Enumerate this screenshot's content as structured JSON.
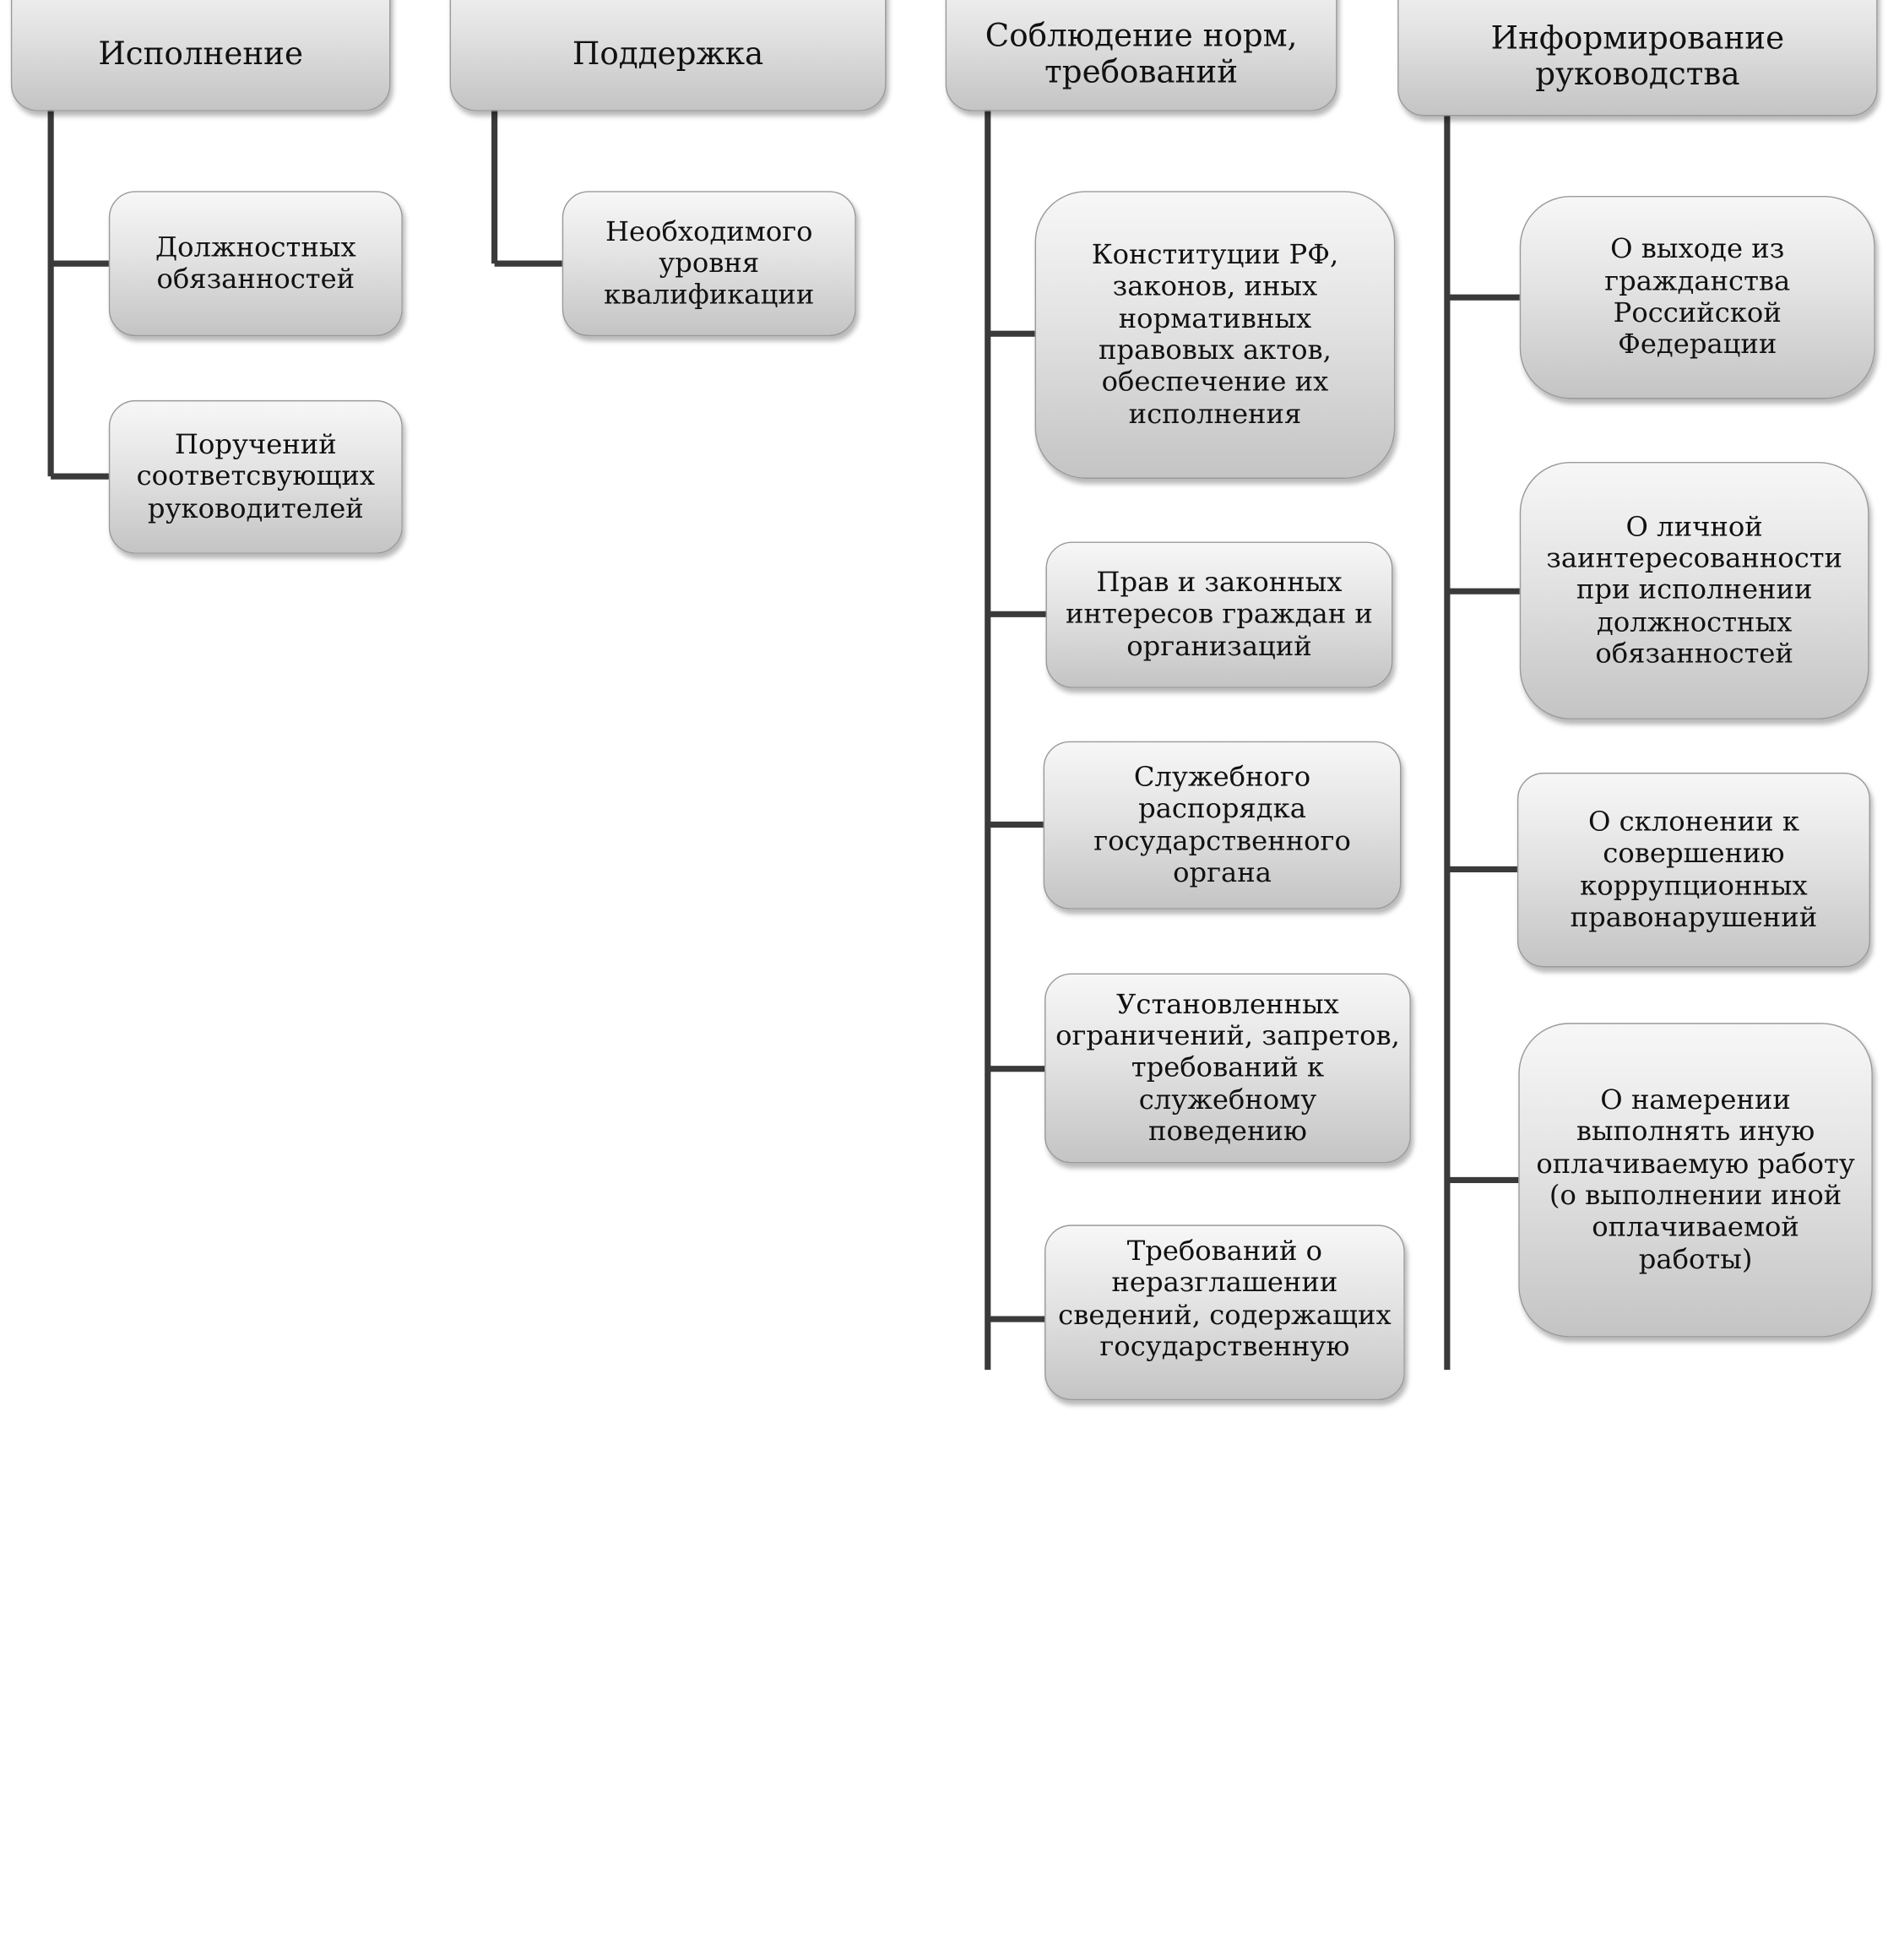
{
  "colors": {
    "connector": "#3a3a3a",
    "box_top": "#f7f7f7",
    "box_bottom": "#c4c4c4",
    "text": "#111111"
  },
  "columns": [
    {
      "heading": "Исполнение",
      "items": [
        "Должностных\nобязанностей",
        "Поручений\nсоответсвующих\nруководителей"
      ]
    },
    {
      "heading": "Поддержка",
      "items": [
        "Необходимого\nуровня\nквалификации"
      ]
    },
    {
      "heading": "Соблюдение норм,\nтребований",
      "items": [
        "Конституции РФ,\nзаконов, иных\nнормативных\nправовых актов,\nобеспечение их\nисполнения",
        "Прав и законных\nинтересов граждан и\nорганизаций",
        "Служебного\nраспорядка\nгосударственного\nоргана",
        "Установленных\nограничений, запретов,\nтребований к\nслужебному\nповедению",
        "Требований о\nнеразглашении\nсведений, содержащих\nгосударственную"
      ]
    },
    {
      "heading": "Информирование\nруководства",
      "items": [
        "О выходе из\nгражданства\nРоссийской\nФедерации",
        "О личной\nзаинтересованности\nпри исполнении\nдолжностных\nобязанностей",
        "О склонении к\nсовершению\nкоррупционных\nправонарушений",
        "О намерении\nвыполнять иную\nоплачиваемую работу\n(о выполнении иной\nоплачиваемой\nработы)"
      ]
    }
  ]
}
